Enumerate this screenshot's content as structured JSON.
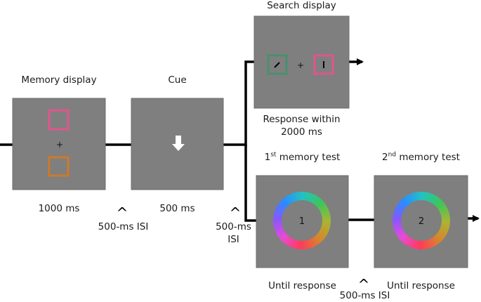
{
  "panels": {
    "memory_display": {
      "title": "Memory display",
      "duration": "1000 ms",
      "fixation": "+",
      "colors": {
        "top_square": "#e0558b",
        "bottom_square": "#cc7a2a"
      }
    },
    "cue": {
      "title": "Cue",
      "duration": "500 ms",
      "icon": "down-arrow-icon"
    },
    "search_display": {
      "title": "Search display",
      "response_line1": "Response within",
      "response_line2": "2000 ms",
      "fixation": "+",
      "colors": {
        "left_square": "#4a8f6e",
        "right_square": "#e0558b"
      }
    },
    "memory_test_1": {
      "ordinal": "1",
      "ordinal_suffix": "st",
      "title_rest": " memory test",
      "center_number": "1",
      "caption": "Until response"
    },
    "memory_test_2": {
      "ordinal": "2",
      "ordinal_suffix": "nd",
      "title_rest": " memory test",
      "center_number": "2",
      "caption": "Until response"
    }
  },
  "isi": {
    "first": {
      "marker": "^",
      "label": "500-ms ISI"
    },
    "second": {
      "marker": "^",
      "line1": "500-ms",
      "line2": "ISI"
    },
    "third": {
      "marker": "^",
      "label": "500-ms ISI"
    }
  },
  "colors": {
    "panel_fill": "#7f7f7f",
    "panel_border": "#6e6e6e",
    "line": "#000000",
    "color_wheel": [
      "#ff3a5a",
      "#e94bd3",
      "#8a56ff",
      "#2a8cff",
      "#23c2c2",
      "#3cc65b",
      "#a8b534",
      "#d8862c",
      "#ff3a5a"
    ]
  }
}
